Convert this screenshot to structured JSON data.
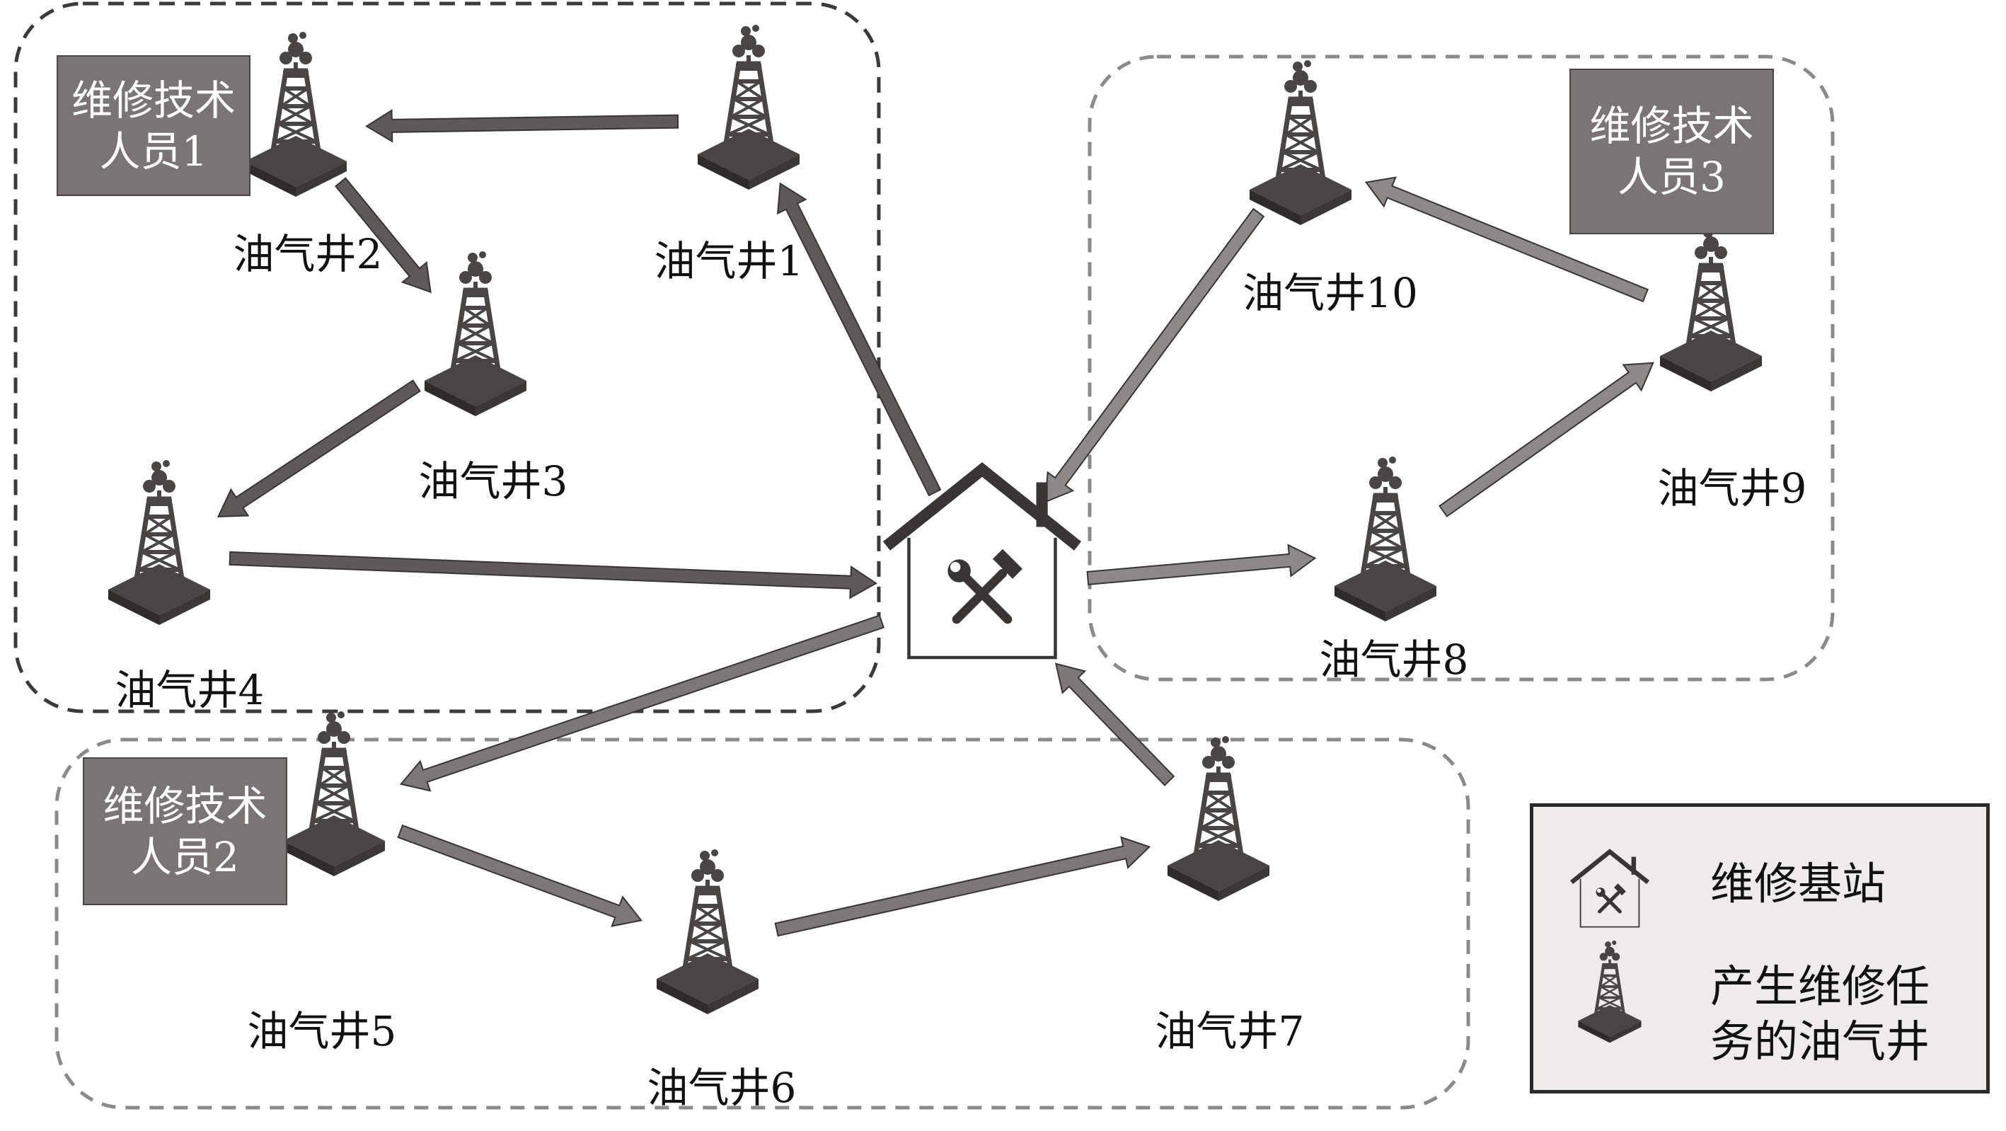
{
  "zones": [
    {
      "id": "z1",
      "label": "维修技术\n人员1",
      "border": "#3a3a3a"
    },
    {
      "id": "z2",
      "label": "维修技术\n人员2",
      "border": "#8a8a8a"
    },
    {
      "id": "z3",
      "label": "维修技术\n人员3",
      "border": "#8a8a8a"
    }
  ],
  "wells": [
    {
      "id": "w1",
      "label": "油气井1"
    },
    {
      "id": "w2",
      "label": "油气井2"
    },
    {
      "id": "w3",
      "label": "油气井3"
    },
    {
      "id": "w4",
      "label": "油气井4"
    },
    {
      "id": "w5",
      "label": "油气井5"
    },
    {
      "id": "w6",
      "label": "油气井6"
    },
    {
      "id": "w7",
      "label": "油气井7"
    },
    {
      "id": "w8",
      "label": "油气井8"
    },
    {
      "id": "w9",
      "label": "油气井9"
    },
    {
      "id": "w10",
      "label": "油气井10"
    }
  ],
  "routes": [
    {
      "name": "route-technician-1",
      "color": "#5f5959",
      "stops": [
        "base",
        "w1",
        "w2",
        "w3",
        "w4",
        "base"
      ]
    },
    {
      "name": "route-technician-2",
      "color": "#7d7777",
      "stops": [
        "base",
        "w5",
        "w6",
        "w7",
        "base"
      ]
    },
    {
      "name": "route-technician-3",
      "color": "#8e8989",
      "stops": [
        "base",
        "w8",
        "w9",
        "w10",
        "base"
      ]
    }
  ],
  "legend": {
    "base_label": "维修基站",
    "well_label": "产生维修任\n务的油气井",
    "base_icon": "repair-station-icon",
    "well_icon": "oil-well-icon"
  },
  "colors": {
    "icon": "#4a4545",
    "zone_label_bg": "#7a7474",
    "legend_bg": "#eeebea"
  }
}
